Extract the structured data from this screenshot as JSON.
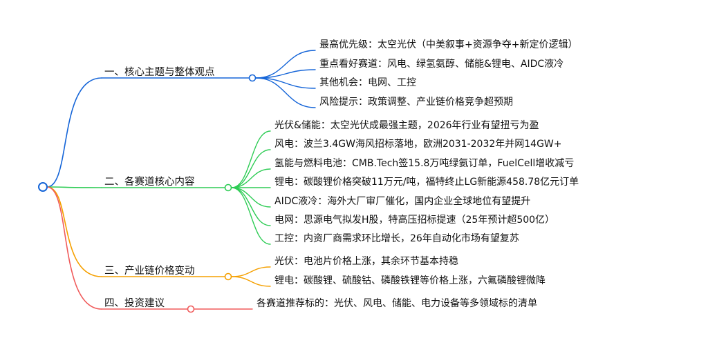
{
  "mindmap": {
    "colors": {
      "root": "#1565d8",
      "branch1": "#1565d8",
      "branch2": "#2ecc55",
      "branch3": "#f5a000",
      "branch4": "#f05a5a"
    },
    "branches": [
      {
        "label": "一、核心主题与整体观点",
        "color_key": "branch1",
        "children": [
          "最高优先级：太空光伏（中美叙事+资源争夺+新定价逻辑）",
          "重点看好赛道：风电、绿氢氨醇、储能&锂电、AIDC液冷",
          "其他机会：电网、工控",
          "风险提示：政策调整、产业链价格竞争超预期"
        ]
      },
      {
        "label": "二、各赛道核心内容",
        "color_key": "branch2",
        "children": [
          "光伏&储能：太空光伏成最强主题，2026年行业有望扭亏为盈",
          "风电：波兰3.4GW海风招标落地，欧洲2031-2032年并网14GW+",
          "氢能与燃料电池：CMB.Tech签15.8万吨绿氨订单，FuelCell增收减亏",
          "锂电：碳酸锂价格突破11万元/吨，福特终止LG新能源458.78亿元订单",
          "AIDC液冷：海外大厂审厂催化，国内企业全球地位有望提升",
          "电网：思源电气拟发H股，特高压招标提速（25年预计超500亿）",
          "工控：内资厂商需求环比增长，26年自动化市场有望复苏"
        ]
      },
      {
        "label": "三、产业链价格变动",
        "color_key": "branch3",
        "children": [
          "光伏：电池片价格上涨，其余环节基本持稳",
          "锂电：碳酸锂、硫酸钴、磷酸铁锂等价格上涨，六氟磷酸锂微降"
        ]
      },
      {
        "label": "四、投资建议",
        "color_key": "branch4",
        "children": [
          "各赛道推荐标的：光伏、风电、储能、电力设备等多领域标的清单"
        ]
      }
    ]
  }
}
